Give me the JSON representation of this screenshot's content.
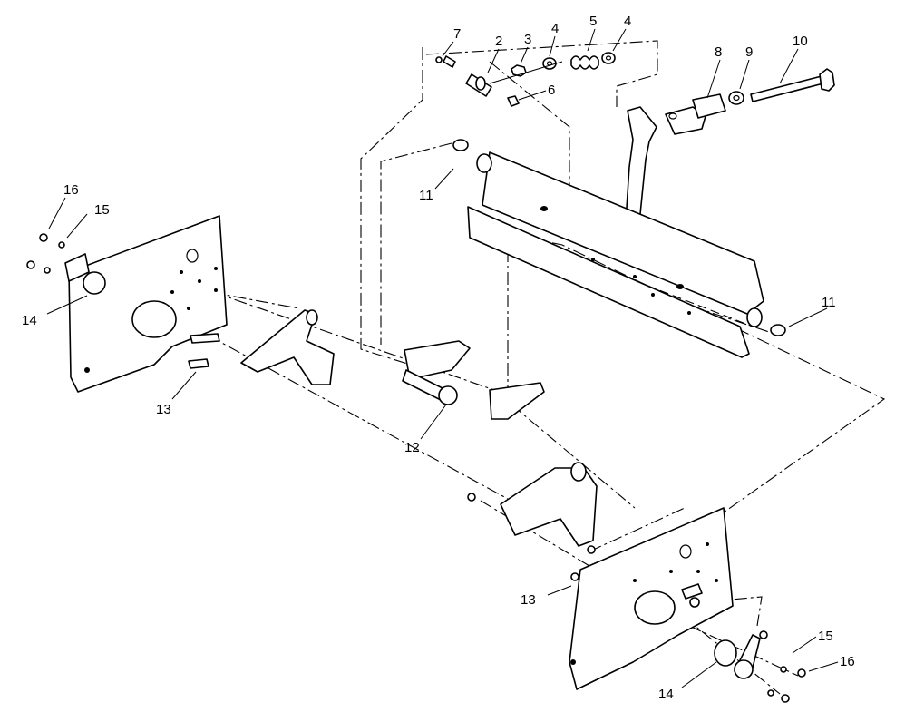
{
  "diagram": {
    "callouts": {
      "c1": "7",
      "c2": "2",
      "c3": "3",
      "c4a": "4",
      "c5": "5",
      "c4b": "4",
      "c6": "6",
      "c8": "8",
      "c9": "9",
      "c10": "10",
      "c11a": "11",
      "c11b": "11",
      "c12": "12",
      "c13a": "13",
      "c13b": "13",
      "c14a": "14",
      "c14b": "14",
      "c15a": "15",
      "c15b": "15",
      "c16a": "16",
      "c16b": "16"
    }
  }
}
